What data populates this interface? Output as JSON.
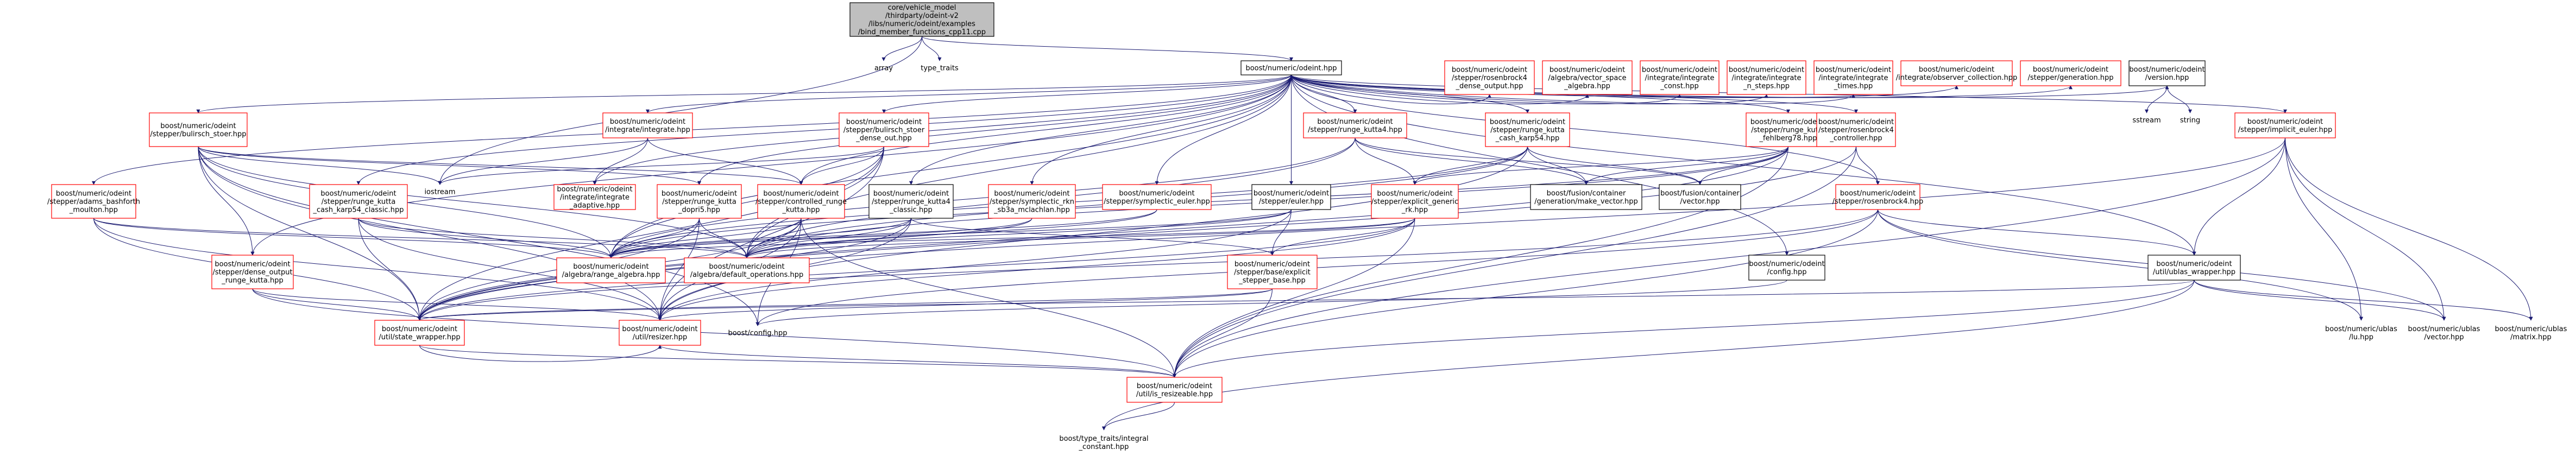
{
  "nodes": [
    {
      "id": "root",
      "lines": [
        "core/vehicle_model",
        "/thirdparty/odeint-v2",
        "/libs/numeric/odeint/examples",
        "/bind_member_functions_cpp11.cpp"
      ],
      "style": "root"
    },
    {
      "id": "array",
      "lines": [
        "array"
      ],
      "style": "plain"
    },
    {
      "id": "type_traits",
      "lines": [
        "type_traits"
      ],
      "style": "plain"
    },
    {
      "id": "odeint",
      "lines": [
        "boost/numeric/odeint.hpp"
      ],
      "style": "black"
    },
    {
      "id": "bs",
      "lines": [
        "boost/numeric/odeint",
        "/stepper/bulirsch_stoer.hpp"
      ],
      "style": "red"
    },
    {
      "id": "abm",
      "lines": [
        "boost/numeric/odeint",
        "/stepper/adams_bashforth",
        "_moulton.hpp"
      ],
      "style": "red"
    },
    {
      "id": "rkck",
      "lines": [
        "boost/numeric/odeint",
        "/stepper/runge_kutta",
        "_cash_karp54_classic.hpp"
      ],
      "style": "red"
    },
    {
      "id": "integrate",
      "lines": [
        "boost/numeric/odeint",
        "/integrate/integrate.hpp"
      ],
      "style": "red"
    },
    {
      "id": "integ_adapt",
      "lines": [
        "boost/numeric/odeint",
        "/integrate/integrate",
        "_adaptive.hpp"
      ],
      "style": "red"
    },
    {
      "id": "rkdopri",
      "lines": [
        "boost/numeric/odeint",
        "/stepper/runge_kutta",
        "_dopri5.hpp"
      ],
      "style": "red"
    },
    {
      "id": "bsdo",
      "lines": [
        "boost/numeric/odeint",
        "/stepper/bulirsch_stoer",
        "_dense_out.hpp"
      ],
      "style": "red"
    },
    {
      "id": "crk",
      "lines": [
        "boost/numeric/odeint",
        "/stepper/controlled_runge",
        "_kutta.hpp"
      ],
      "style": "red"
    },
    {
      "id": "rk4c",
      "lines": [
        "boost/numeric/odeint",
        "/stepper/runge_kutta4",
        "_classic.hpp"
      ],
      "style": "black"
    },
    {
      "id": "symp",
      "lines": [
        "boost/numeric/odeint",
        "/stepper/symplectic_rkn",
        "_sb3a_mclachlan.hpp"
      ],
      "style": "red"
    },
    {
      "id": "symeuler",
      "lines": [
        "boost/numeric/odeint",
        "/stepper/symplectic_euler.hpp"
      ],
      "style": "red"
    },
    {
      "id": "euler",
      "lines": [
        "boost/numeric/odeint",
        "/stepper/euler.hpp"
      ],
      "style": "black"
    },
    {
      "id": "rk4",
      "lines": [
        "boost/numeric/odeint",
        "/stepper/runge_kutta4.hpp"
      ],
      "style": "red"
    },
    {
      "id": "expgen",
      "lines": [
        "boost/numeric/odeint",
        "/stepper/explicit_generic",
        "_rk.hpp"
      ],
      "style": "red"
    },
    {
      "id": "rkck54",
      "lines": [
        "boost/numeric/odeint",
        "/stepper/runge_kutta",
        "_cash_karp54.hpp"
      ],
      "style": "red"
    },
    {
      "id": "fusion_make",
      "lines": [
        "boost/fusion/container",
        "/generation/make_vector.hpp"
      ],
      "style": "black"
    },
    {
      "id": "fusion_vec",
      "lines": [
        "boost/fusion/container",
        "/vector.hpp"
      ],
      "style": "black"
    },
    {
      "id": "rkf78",
      "lines": [
        "boost/numeric/odeint",
        "/stepper/runge_kutta",
        "_fehlberg78.hpp"
      ],
      "style": "red"
    },
    {
      "id": "ros_dense",
      "lines": [
        "boost/numeric/odeint",
        "/stepper/rosenbrock4",
        "_dense_output.hpp"
      ],
      "style": "red"
    },
    {
      "id": "vsa",
      "lines": [
        "boost/numeric/odeint",
        "/algebra/vector_space",
        "_algebra.hpp"
      ],
      "style": "red"
    },
    {
      "id": "ros_ctrl",
      "lines": [
        "boost/numeric/odeint",
        "/stepper/rosenbrock4",
        "_controller.hpp"
      ],
      "style": "red"
    },
    {
      "id": "ic",
      "lines": [
        "boost/numeric/odeint",
        "/integrate/integrate",
        "_const.hpp"
      ],
      "style": "red"
    },
    {
      "id": "in",
      "lines": [
        "boost/numeric/odeint",
        "/integrate/integrate",
        "_n_steps.hpp"
      ],
      "style": "red"
    },
    {
      "id": "it",
      "lines": [
        "boost/numeric/odeint",
        "/integrate/integrate",
        "_times.hpp"
      ],
      "style": "red"
    },
    {
      "id": "oc",
      "lines": [
        "boost/numeric/odeint",
        "/integrate/observer_collection.hpp"
      ],
      "style": "red"
    },
    {
      "id": "gen",
      "lines": [
        "boost/numeric/odeint",
        "/stepper/generation.hpp"
      ],
      "style": "red"
    },
    {
      "id": "version",
      "lines": [
        "boost/numeric/odeint",
        "/version.hpp"
      ],
      "style": "black"
    },
    {
      "id": "sstream",
      "lines": [
        "sstream"
      ],
      "style": "plain"
    },
    {
      "id": "string",
      "lines": [
        "string"
      ],
      "style": "plain"
    },
    {
      "id": "ros4",
      "lines": [
        "boost/numeric/odeint",
        "/stepper/rosenbrock4.hpp"
      ],
      "style": "red"
    },
    {
      "id": "impeuler",
      "lines": [
        "boost/numeric/odeint",
        "/stepper/implicit_euler.hpp"
      ],
      "style": "red"
    },
    {
      "id": "ublas_wrap",
      "lines": [
        "boost/numeric/odeint",
        "/util/ublas_wrapper.hpp"
      ],
      "style": "black"
    },
    {
      "id": "odeint_config",
      "lines": [
        "boost/numeric/odeint",
        "/config.hpp"
      ],
      "style": "black"
    },
    {
      "id": "iostream",
      "lines": [
        "iostream"
      ],
      "style": "plain"
    },
    {
      "id": "rak",
      "lines": [
        "boost/numeric/odeint",
        "/algebra/range_algebra.hpp"
      ],
      "style": "red"
    },
    {
      "id": "dop",
      "lines": [
        "boost/numeric/odeint",
        "/algebra/default_operations.hpp"
      ],
      "style": "red"
    },
    {
      "id": "dorkd",
      "lines": [
        "boost/numeric/odeint",
        "/stepper/dense_output",
        "_runge_kutta.hpp"
      ],
      "style": "red"
    },
    {
      "id": "sw",
      "lines": [
        "boost/numeric/odeint",
        "/util/state_wrapper.hpp"
      ],
      "style": "red"
    },
    {
      "id": "resizer",
      "lines": [
        "boost/numeric/odeint",
        "/util/resizer.hpp"
      ],
      "style": "red"
    },
    {
      "id": "bconfig",
      "lines": [
        "boost/config.hpp"
      ],
      "style": "plain"
    },
    {
      "id": "ebs",
      "lines": [
        "boost/numeric/odeint",
        "/stepper/base/explicit",
        "_stepper_base.hpp"
      ],
      "style": "red"
    },
    {
      "id": "ublas_lu",
      "lines": [
        "boost/numeric/ublas",
        "/lu.hpp"
      ],
      "style": "plain"
    },
    {
      "id": "ublas_vec",
      "lines": [
        "boost/numeric/ublas",
        "/vector.hpp"
      ],
      "style": "plain"
    },
    {
      "id": "ublas_mat",
      "lines": [
        "boost/numeric/ublas",
        "/matrix.hpp"
      ],
      "style": "plain"
    },
    {
      "id": "resizeable",
      "lines": [
        "boost/numeric/odeint",
        "/util/is_resizeable.hpp"
      ],
      "style": "red"
    },
    {
      "id": "ic_const",
      "lines": [
        "boost/type_traits/integral",
        "_constant.hpp"
      ],
      "style": "plain"
    }
  ],
  "edges": [
    [
      "root",
      "array"
    ],
    [
      "root",
      "type_traits"
    ],
    [
      "root",
      "odeint"
    ],
    [
      "root",
      "iostream"
    ],
    [
      "odeint",
      "bs"
    ],
    [
      "odeint",
      "abm"
    ],
    [
      "odeint",
      "rkck"
    ],
    [
      "odeint",
      "integrate"
    ],
    [
      "odeint",
      "integ_adapt"
    ],
    [
      "odeint",
      "rkdopri"
    ],
    [
      "odeint",
      "bsdo"
    ],
    [
      "odeint",
      "crk"
    ],
    [
      "odeint",
      "rk4c"
    ],
    [
      "odeint",
      "symp"
    ],
    [
      "odeint",
      "symeuler"
    ],
    [
      "odeint",
      "euler"
    ],
    [
      "odeint",
      "rk4"
    ],
    [
      "odeint",
      "rkck54"
    ],
    [
      "odeint",
      "rkf78"
    ],
    [
      "odeint",
      "ros_dense"
    ],
    [
      "odeint",
      "vsa"
    ],
    [
      "odeint",
      "ros_ctrl"
    ],
    [
      "odeint",
      "ic"
    ],
    [
      "odeint",
      "in"
    ],
    [
      "odeint",
      "it"
    ],
    [
      "odeint",
      "oc"
    ],
    [
      "odeint",
      "gen"
    ],
    [
      "odeint",
      "version"
    ],
    [
      "odeint",
      "ros4"
    ],
    [
      "odeint",
      "impeuler"
    ],
    [
      "odeint",
      "ublas_wrap"
    ],
    [
      "odeint",
      "odeint_config"
    ],
    [
      "odeint",
      "rak"
    ],
    [
      "odeint",
      "dop"
    ],
    [
      "odeint",
      "dorkd"
    ],
    [
      "bs",
      "iostream"
    ],
    [
      "bs",
      "crk"
    ],
    [
      "bs",
      "rak"
    ],
    [
      "bs",
      "dop"
    ],
    [
      "bs",
      "sw"
    ],
    [
      "bs",
      "resizer"
    ],
    [
      "bs",
      "bconfig"
    ],
    [
      "bs",
      "dorkd"
    ],
    [
      "bs",
      "rkdopri"
    ],
    [
      "abm",
      "rak"
    ],
    [
      "abm",
      "dop"
    ],
    [
      "abm",
      "sw"
    ],
    [
      "abm",
      "resizer"
    ],
    [
      "rkck",
      "rak"
    ],
    [
      "rkck",
      "dop"
    ],
    [
      "rkck",
      "sw"
    ],
    [
      "rkck",
      "resizer"
    ],
    [
      "integrate",
      "iostream"
    ],
    [
      "integrate",
      "integ_adapt"
    ],
    [
      "integrate",
      "crk"
    ],
    [
      "rkdopri",
      "rak"
    ],
    [
      "rkdopri",
      "dop"
    ],
    [
      "rkdopri",
      "sw"
    ],
    [
      "rkdopri",
      "resizer"
    ],
    [
      "bsdo",
      "iostream"
    ],
    [
      "bsdo",
      "crk"
    ],
    [
      "bsdo",
      "rak"
    ],
    [
      "bsdo",
      "dop"
    ],
    [
      "bsdo",
      "sw"
    ],
    [
      "bsdo",
      "resizer"
    ],
    [
      "crk",
      "rak"
    ],
    [
      "crk",
      "dop"
    ],
    [
      "crk",
      "sw"
    ],
    [
      "crk",
      "resizer"
    ],
    [
      "crk",
      "resizeable"
    ],
    [
      "crk",
      "bconfig"
    ],
    [
      "rk4c",
      "rak"
    ],
    [
      "rk4c",
      "dop"
    ],
    [
      "rk4c",
      "sw"
    ],
    [
      "rk4c",
      "resizer"
    ],
    [
      "rk4c",
      "ebs"
    ],
    [
      "symp",
      "rak"
    ],
    [
      "symp",
      "dop"
    ],
    [
      "symeuler",
      "rak"
    ],
    [
      "symeuler",
      "dop"
    ],
    [
      "euler",
      "rak"
    ],
    [
      "euler",
      "dop"
    ],
    [
      "euler",
      "ebs"
    ],
    [
      "euler",
      "resizer"
    ],
    [
      "rk4",
      "expgen"
    ],
    [
      "rk4",
      "rak"
    ],
    [
      "rk4",
      "dop"
    ],
    [
      "rk4",
      "fusion_vec"
    ],
    [
      "rk4",
      "fusion_make"
    ],
    [
      "expgen",
      "rak"
    ],
    [
      "expgen",
      "dop"
    ],
    [
      "expgen",
      "ebs"
    ],
    [
      "expgen",
      "sw"
    ],
    [
      "expgen",
      "resizer"
    ],
    [
      "expgen",
      "resizeable"
    ],
    [
      "rkck54",
      "expgen"
    ],
    [
      "rkck54",
      "rak"
    ],
    [
      "rkck54",
      "dop"
    ],
    [
      "rkck54",
      "fusion_vec"
    ],
    [
      "rkck54",
      "fusion_make"
    ],
    [
      "rkck54",
      "resizer"
    ],
    [
      "rkf78",
      "expgen"
    ],
    [
      "rkf78",
      "rak"
    ],
    [
      "rkf78",
      "dop"
    ],
    [
      "rkf78",
      "fusion_vec"
    ],
    [
      "rkf78",
      "fusion_make"
    ],
    [
      "rkf78",
      "resizeable"
    ],
    [
      "rkf78",
      "sw"
    ],
    [
      "ros_ctrl",
      "ros4"
    ],
    [
      "ros_ctrl",
      "resizeable"
    ],
    [
      "ros_ctrl",
      "sw"
    ],
    [
      "ros4",
      "ublas_wrap"
    ],
    [
      "ros4",
      "ublas_lu"
    ],
    [
      "ros4",
      "ublas_vec"
    ],
    [
      "ros4",
      "resizeable"
    ],
    [
      "ros4",
      "sw"
    ],
    [
      "ros4",
      "bconfig"
    ],
    [
      "impeuler",
      "ublas_wrap"
    ],
    [
      "impeuler",
      "ublas_lu"
    ],
    [
      "impeuler",
      "ublas_vec"
    ],
    [
      "impeuler",
      "ublas_mat"
    ],
    [
      "impeuler",
      "sw"
    ],
    [
      "impeuler",
      "resizeable"
    ],
    [
      "ublas_wrap",
      "ublas_vec"
    ],
    [
      "ublas_wrap",
      "ublas_mat"
    ],
    [
      "ublas_wrap",
      "sw"
    ],
    [
      "ublas_wrap",
      "resizeable"
    ],
    [
      "ublas_wrap",
      "ic_const"
    ],
    [
      "version",
      "sstream"
    ],
    [
      "version",
      "string"
    ],
    [
      "odeint_config",
      "bconfig"
    ],
    [
      "ebs",
      "sw"
    ],
    [
      "ebs",
      "resizer"
    ],
    [
      "ebs",
      "resizeable"
    ],
    [
      "dorkd",
      "sw"
    ],
    [
      "dorkd",
      "resizer"
    ],
    [
      "dorkd",
      "resizeable"
    ],
    [
      "sw",
      "resizer"
    ],
    [
      "sw",
      "resizeable"
    ],
    [
      "resizer",
      "resizeable"
    ],
    [
      "resizeable",
      "ic_const"
    ]
  ]
}
